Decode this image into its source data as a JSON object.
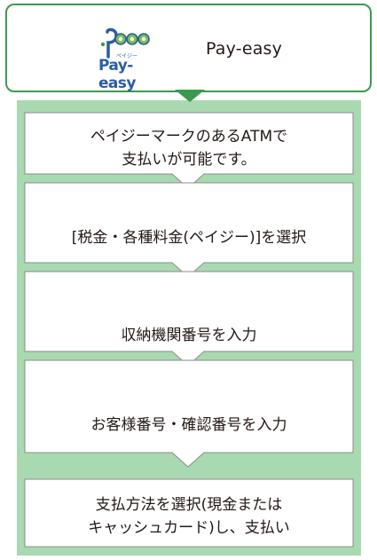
{
  "header": {
    "title": "Pay-easy",
    "logo": {
      "word": "Pay-easy",
      "kana": "ペイジー"
    }
  },
  "steps": [
    {
      "lines": [
        "ペイジーマークのあるATMで",
        "支払いが可能です。"
      ]
    },
    {
      "lines": [
        "[税金・各種料金(ペイジー)]を選択"
      ]
    },
    {
      "lines": [
        "収納機関番号を入力"
      ]
    },
    {
      "lines": [
        "お客様番号・確認番号を入力"
      ]
    },
    {
      "lines": [
        "支払方法を選択(現金または",
        "キャッシュカード)し、支払い"
      ]
    }
  ],
  "colors": {
    "accent": "#3a9a4c",
    "panel": "#a8d9b0",
    "box_border": "#8c8c8c",
    "text": "#231815"
  }
}
